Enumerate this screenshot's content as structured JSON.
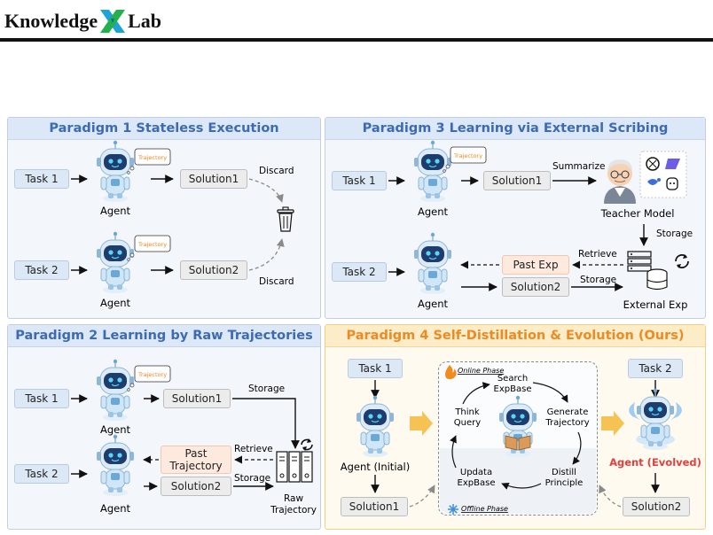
{
  "logo": {
    "word_left": "Knowledge",
    "word_right": "Lab",
    "mark": "X"
  },
  "panels": {
    "p1": {
      "title": "Paradigm 1 Stateless Execution",
      "task1": "Task 1",
      "task2": "Task 2",
      "agent1": "Agent",
      "agent2": "Agent",
      "sol1": "Solution1",
      "sol2": "Solution2",
      "discard1": "Discard",
      "discard2": "Discard",
      "bubble1": "Trajectory",
      "bubble2": "Trajectory"
    },
    "p2": {
      "title": "Paradigm 2 Learning by Raw Trajectories",
      "task1": "Task 1",
      "task2": "Task 2",
      "agent1": "Agent",
      "agent2": "Agent",
      "sol1": "Solution1",
      "sol2": "Solution2",
      "past": "Past\nTrajectory",
      "storage1": "Storage",
      "storage2": "Storage",
      "retrieve": "Retrieve",
      "raw1": "Raw",
      "raw2": "Trajectory",
      "bubble": "Trajectory"
    },
    "p3": {
      "title": "Paradigm 3 Learning via External Scribing",
      "task1": "Task 1",
      "task2": "Task 2",
      "agent1": "Agent",
      "agent2": "Agent",
      "sol1": "Solution1",
      "sol2": "Solution2",
      "past": "Past Exp",
      "summarize": "Summarize",
      "teacher": "Teacher Model",
      "storage1": "Storage",
      "storage2": "Storage",
      "retrieve": "Retrieve",
      "external": "External Exp",
      "bubble": "Trajectory"
    },
    "p4": {
      "title": "Paradigm 4 Self-Distillation & Evolution (Ours)",
      "task1": "Task 1",
      "task2": "Task 2",
      "agent_initial": "Agent (Initial)",
      "agent_evolved": "Agent (Evolved)",
      "sol1": "Solution1",
      "sol2": "Solution2",
      "online": "Online Phase",
      "offline": "Offline Phase",
      "search1": "Search",
      "search2": "ExpBase",
      "generate1": "Generate",
      "generate2": "Trajectory",
      "think1": "Think",
      "think2": "Query",
      "distill1": "Distill",
      "distill2": "Principle",
      "update1": "Updata",
      "update2": "ExpBase"
    }
  },
  "colors": {
    "blue_title": "#3d6bb3",
    "orange_title": "#ec8a24",
    "evolved": "#e0413e",
    "robot_body": "#cfe6f7",
    "robot_visor": "#1f3c6e"
  },
  "icons": [
    "robot-icon",
    "trash-icon",
    "teacher-icon",
    "model-logos-icon",
    "database-icon",
    "book-icon",
    "fire-icon",
    "snowflake-icon",
    "refresh-icon"
  ]
}
